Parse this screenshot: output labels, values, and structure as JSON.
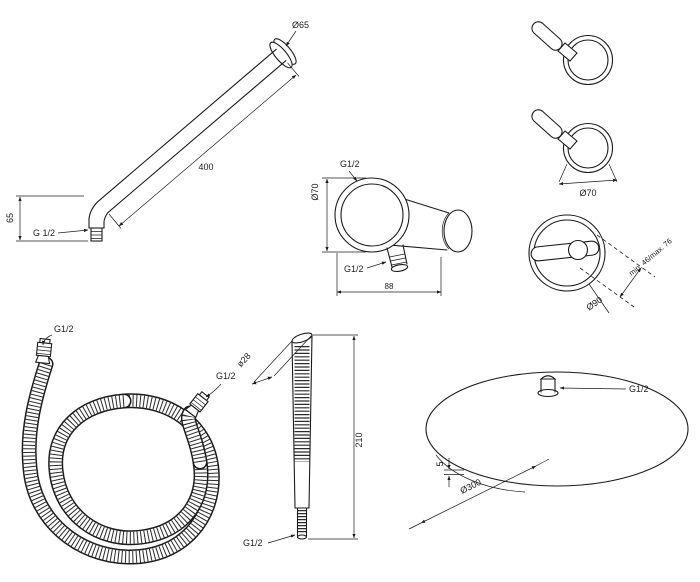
{
  "page": {
    "background": "#ffffff",
    "line_color": "#1c1c1c"
  },
  "shower_arm": {
    "dim_diameter": "Ø65",
    "dim_length": "400",
    "dim_offset": "65",
    "thread": "G 1/2"
  },
  "wall_outlet": {
    "thread_top": "G1/2",
    "dim_diameter": "Ø70",
    "thread_bottom": "G1/2",
    "dim_depth": "88"
  },
  "mixer_valves": {
    "dim_escutcheon_diameter": "Ø70",
    "dim_rosette_diameter": "Ø90",
    "dim_depth_range": "min. 46/max. 76"
  },
  "shower_hose": {
    "thread_end_top": "G1/2",
    "thread_end_side": "G1/2"
  },
  "hand_shower": {
    "dim_diameter": "ø28",
    "dim_length": "210",
    "thread": "G1/2"
  },
  "overhead_shower": {
    "thread": "G1/2",
    "dim_thickness": "5",
    "dim_diameter": "Ø300"
  }
}
